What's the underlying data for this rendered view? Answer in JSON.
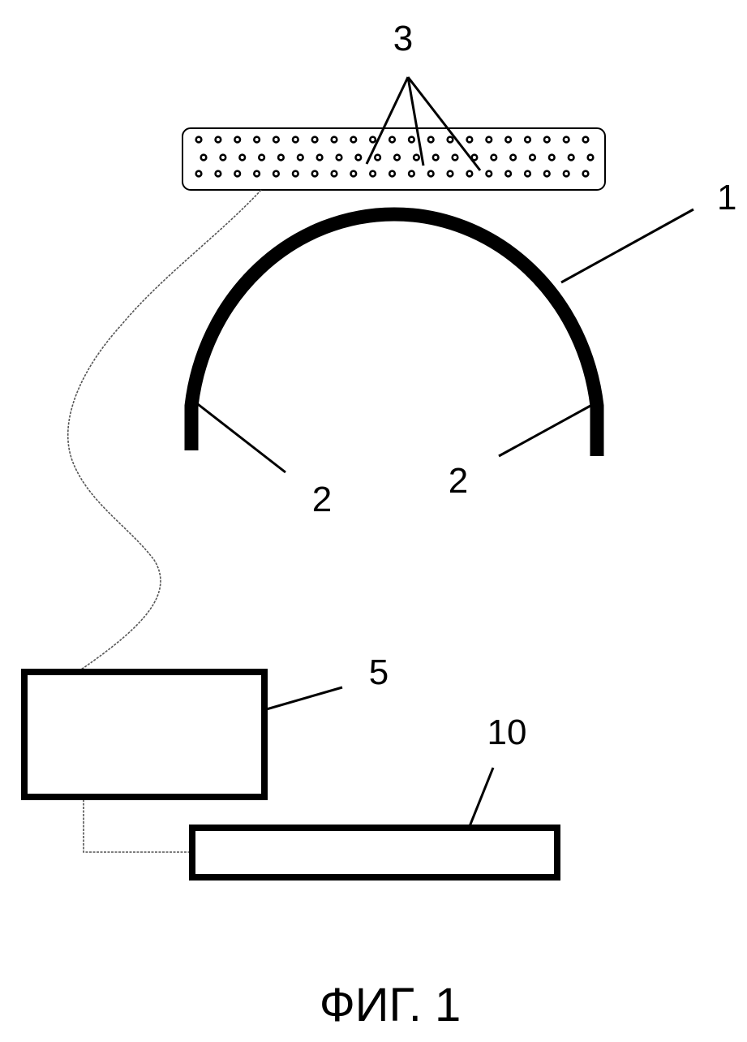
{
  "labels": {
    "arc": "1",
    "end_left": "2",
    "end_right": "2",
    "electrodes": "3",
    "unit": "5",
    "display": "10"
  },
  "caption": "ФИГ. 1"
}
